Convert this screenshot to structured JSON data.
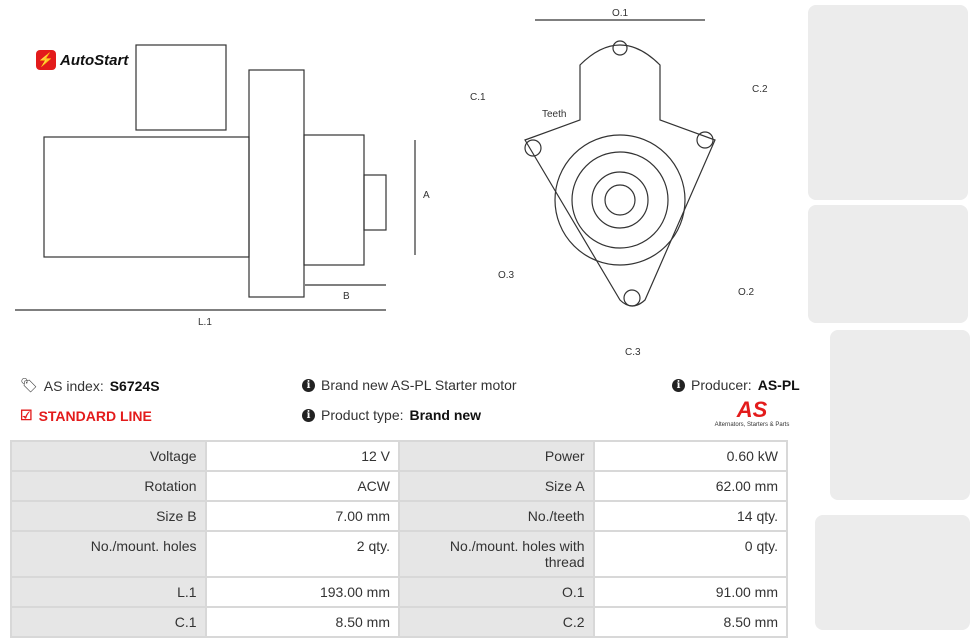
{
  "logo": {
    "text": "AutoStart"
  },
  "drawing_labels": {
    "A": "A",
    "B": "B",
    "L1": "L.1",
    "O1": "O.1",
    "O2": "O.2",
    "O3": "O.3",
    "C1": "C.1",
    "C2": "C.2",
    "C3": "C.3",
    "teeth": "Teeth"
  },
  "info": {
    "as_index_label": "AS index:",
    "as_index_value": "S6724S",
    "line": "STANDARD LINE",
    "description": "Brand new AS-PL Starter motor",
    "product_type_label": "Product type:",
    "product_type_value": "Brand new",
    "producer_label": "Producer:",
    "producer_value": "AS-PL",
    "brand_tagline": "Alternators, Starters & Parts",
    "brand_mark": "AS"
  },
  "specs": [
    [
      "Voltage",
      "12 V",
      "Power",
      "0.60 kW"
    ],
    [
      "Rotation",
      "ACW",
      "Size A",
      "62.00 mm"
    ],
    [
      "Size B",
      "7.00 mm",
      "No./teeth",
      "14 qty."
    ],
    [
      "No./mount. holes",
      "2 qty.",
      "No./mount. holes with thread",
      "0 qty."
    ],
    [
      "L.1",
      "193.00 mm",
      "O.1",
      "91.00 mm"
    ],
    [
      "C.1",
      "8.50 mm",
      "C.2",
      "8.50 mm"
    ]
  ]
}
